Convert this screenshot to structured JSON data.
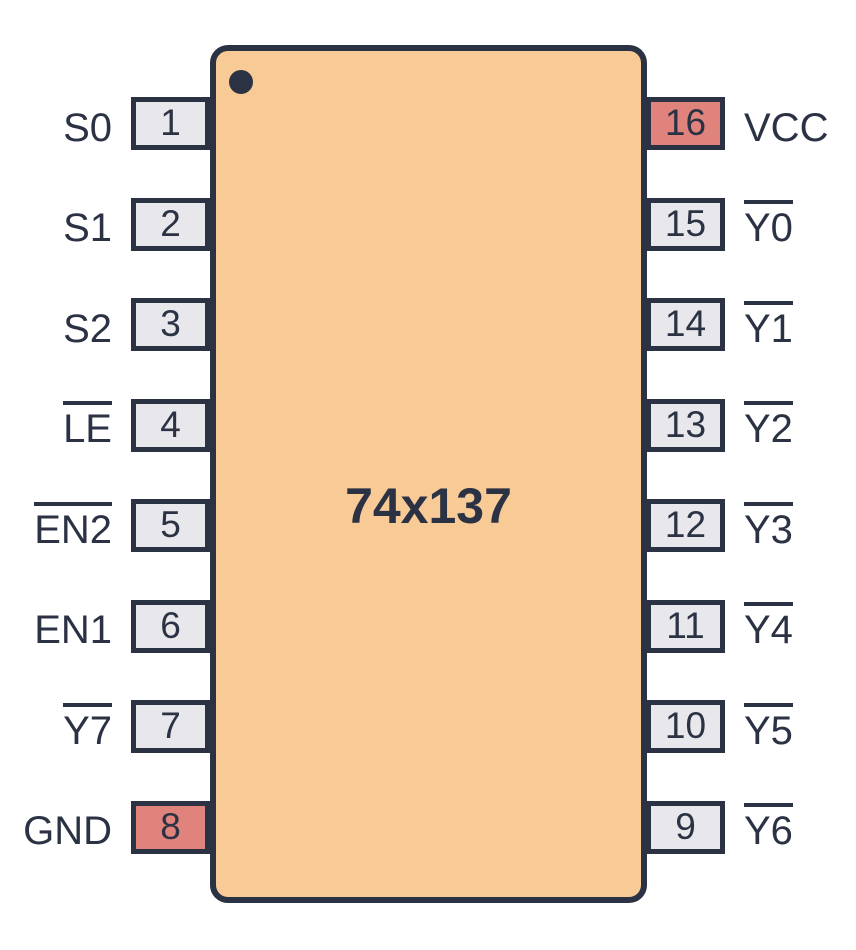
{
  "chip": {
    "title": "74x137",
    "body_color": "#f8ca96",
    "outline_color": "#2b3244",
    "pin_fill_color": "#e8e8ec",
    "power_pin_fill_color": "#e0837c",
    "text_color": "#2b3244",
    "pin1_marker": "filled-circle"
  },
  "left_pins": [
    {
      "number": "1",
      "label": "S0",
      "overline": false,
      "power": false
    },
    {
      "number": "2",
      "label": "S1",
      "overline": false,
      "power": false
    },
    {
      "number": "3",
      "label": "S2",
      "overline": false,
      "power": false
    },
    {
      "number": "4",
      "label": "LE",
      "overline": true,
      "power": false
    },
    {
      "number": "5",
      "label": "EN2",
      "overline": true,
      "power": false
    },
    {
      "number": "6",
      "label": "EN1",
      "overline": false,
      "power": false
    },
    {
      "number": "7",
      "label": "Y7",
      "overline": true,
      "power": false
    },
    {
      "number": "8",
      "label": "GND",
      "overline": false,
      "power": true
    }
  ],
  "right_pins": [
    {
      "number": "16",
      "label": "VCC",
      "overline": false,
      "power": true
    },
    {
      "number": "15",
      "label": "Y0",
      "overline": true,
      "power": false
    },
    {
      "number": "14",
      "label": "Y1",
      "overline": true,
      "power": false
    },
    {
      "number": "13",
      "label": "Y2",
      "overline": true,
      "power": false
    },
    {
      "number": "12",
      "label": "Y3",
      "overline": true,
      "power": false
    },
    {
      "number": "11",
      "label": "Y4",
      "overline": true,
      "power": false
    },
    {
      "number": "10",
      "label": "Y5",
      "overline": true,
      "power": false
    },
    {
      "number": "9",
      "label": "Y6",
      "overline": true,
      "power": false
    }
  ]
}
